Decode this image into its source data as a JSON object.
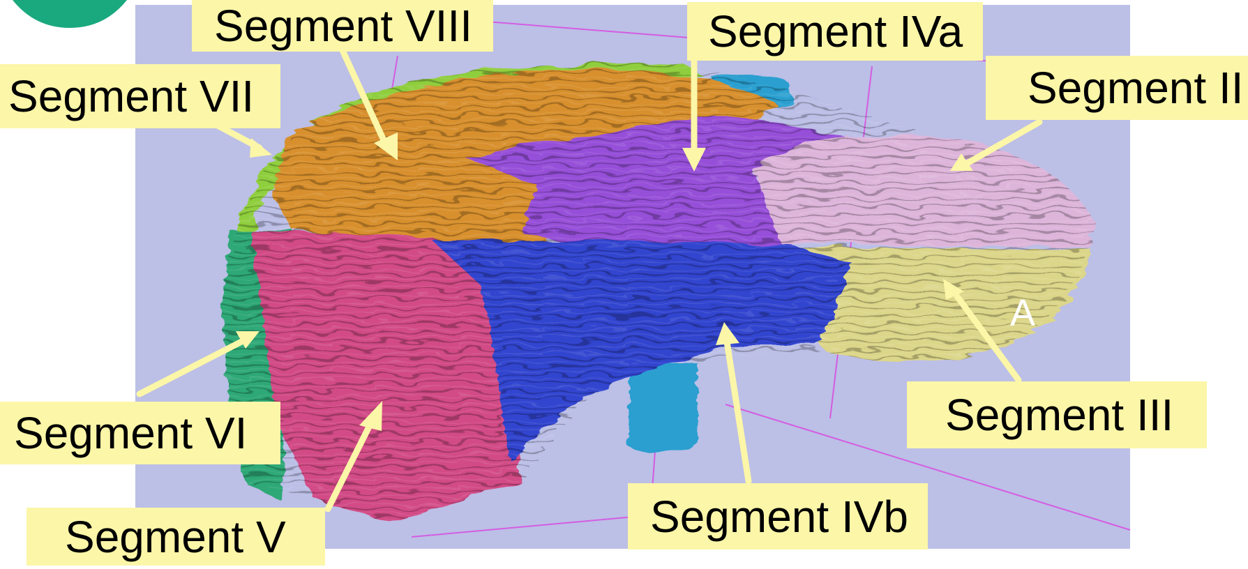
{
  "labels": {
    "seg_viii": "Segment VIII",
    "seg_iva": "Segment IVa",
    "seg_vii": "Segment VII",
    "seg_ii": "Segment II",
    "seg_vi": "Segment VI",
    "seg_iii": "Segment III",
    "seg_v": "Segment V",
    "seg_ivb": "Segment IVb"
  },
  "orientation_marker": "A",
  "colors": {
    "background_panel": "#bcbfe6",
    "label_fill": "#fbf6a8",
    "segment_vii": "#8fce3c",
    "segment_viii": "#d8902e",
    "segment_iva": "#9650d8",
    "segment_ii": "#ddb5da",
    "segment_vi": "#2fa877",
    "segment_v": "#d24b86",
    "segment_ivb": "#3045cf",
    "segment_iii": "#dcd68a",
    "vessel": "#2a9fd0",
    "logo": "#1aa97e",
    "frame_lines": "#d84be0"
  }
}
